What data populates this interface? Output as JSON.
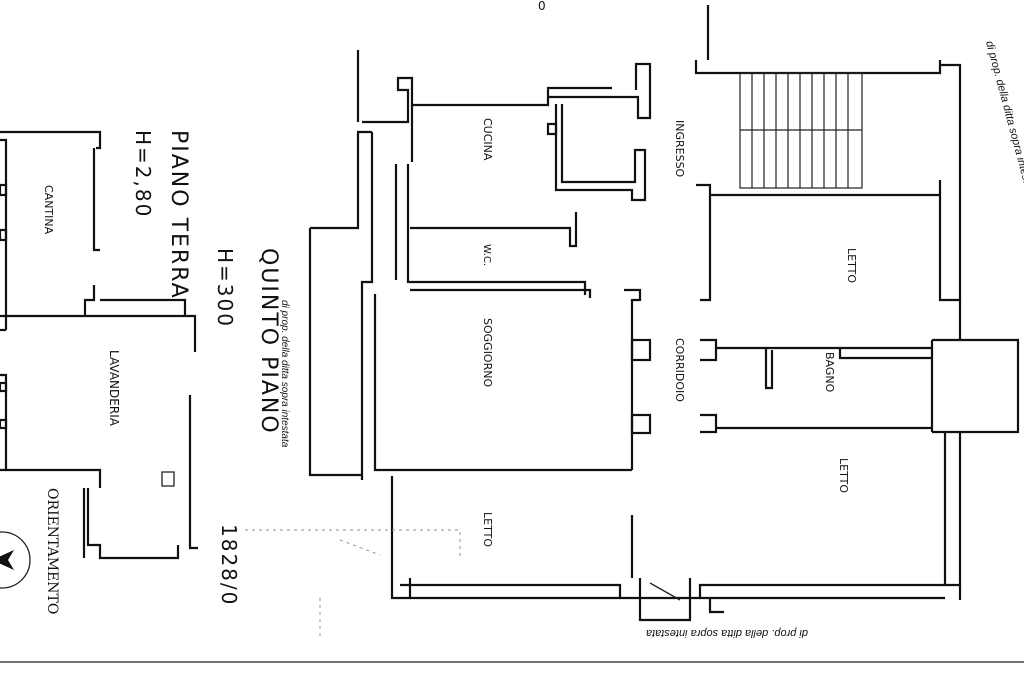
{
  "ground_floor": {
    "title": "PIANO TERRA",
    "height": "H=2,80",
    "rooms": {
      "cantina": "CANTINA",
      "lavanderia": "LAVANDERIA"
    }
  },
  "fifth_floor": {
    "title": "QUINTO PIANO",
    "height": "H=300",
    "note": "di prop. della ditta sopra intestata",
    "rooms": {
      "cucina": "CUCINA",
      "ingresso": "INGRESSO",
      "wc": "W.C.",
      "soggiorno": "SOGGIORNO",
      "corridoio": "CORRIDOIO",
      "bagno": "BAGNO",
      "letto_top": "LETTO",
      "letto_right": "LETTO",
      "letto_bottom": "LETTO"
    }
  },
  "property_notes": {
    "top_right": "di prop. della ditta sopra intestata",
    "bottom": "di prop. della ditta sopra intestata"
  },
  "orientation_label": "ORIENTAMENTO",
  "page_number": "1828/0",
  "top_mark": "0"
}
